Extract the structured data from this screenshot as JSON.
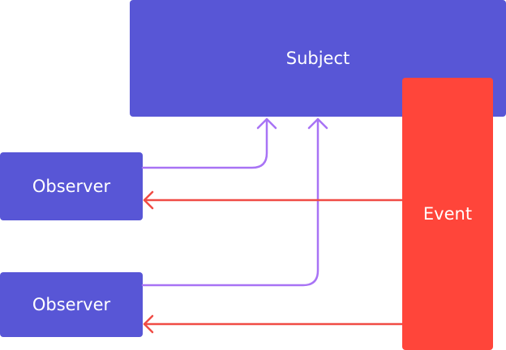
{
  "nodes": {
    "subject": {
      "label": "Subject"
    },
    "observer_1": {
      "label": "Observer"
    },
    "observer_2": {
      "label": "Observer"
    },
    "event": {
      "label": "Event"
    }
  },
  "colors": {
    "node_fill": "#5856D6",
    "event_fill": "#FF453A",
    "subscribe_arrow": "#A873F5",
    "notify_arrow": "#F04C45",
    "text": "#FFFFFF"
  },
  "edges": [
    {
      "from": "observer_1",
      "to": "subject",
      "kind": "subscribe"
    },
    {
      "from": "observer_2",
      "to": "subject",
      "kind": "subscribe"
    },
    {
      "from": "event",
      "to": "observer_1",
      "kind": "notify"
    },
    {
      "from": "event",
      "to": "observer_2",
      "kind": "notify"
    }
  ]
}
